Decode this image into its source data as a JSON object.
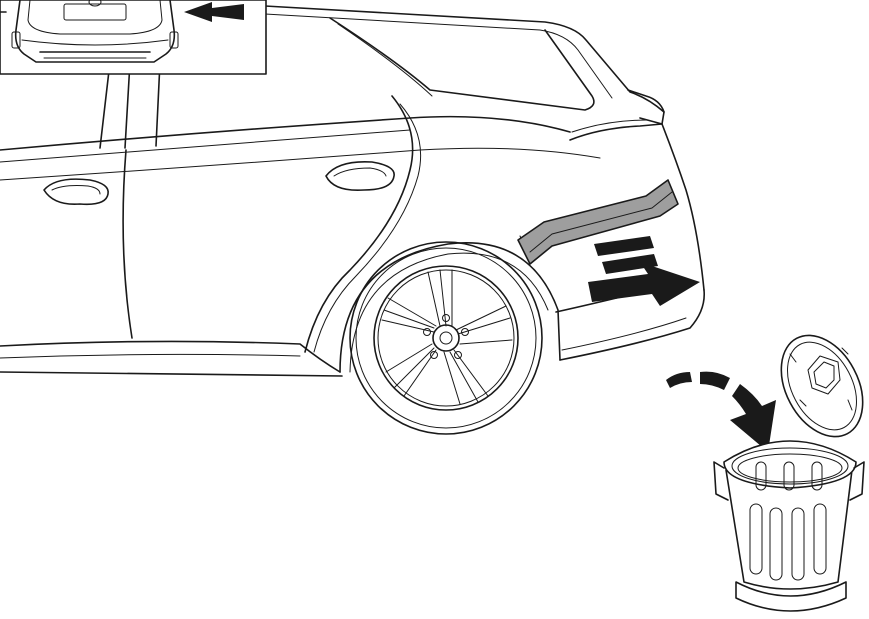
{
  "figure": {
    "type": "installation-instruction-illustration",
    "colors": {
      "line": "#1a1a1a",
      "background": "#ffffff",
      "highlight_strip": "#9e9e9e",
      "arrow": "#1a1a1a"
    },
    "icons": [
      "rear-view-inset",
      "direction-arrow",
      "highlighted-trim-strip",
      "removal-arrow",
      "dispose-arrow",
      "trash-can-icon"
    ]
  }
}
